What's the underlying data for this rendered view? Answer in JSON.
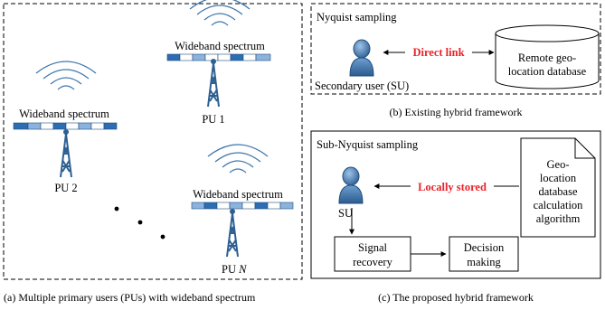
{
  "panel_a": {
    "caption": "(a) Multiple primary users (PUs) with wideband spectrum",
    "spectrum_label": "Wideband spectrum",
    "pu_labels": {
      "pu1": "PU 1",
      "pu2": "PU 2",
      "pun_prefix": "PU ",
      "pun_italic": "N"
    }
  },
  "panel_b": {
    "caption": "(b) Existing hybrid framework",
    "sampling": "Nyquist sampling",
    "link": "Direct link",
    "user": "Secondary user (SU)",
    "database": [
      "Remote geo-",
      "location database"
    ]
  },
  "panel_c": {
    "caption": "(c) The proposed  hybrid framework",
    "sampling": "Sub-Nyquist sampling",
    "link": "Locally stored",
    "user": "SU",
    "algorithm": [
      "Geo-",
      "location",
      "database",
      "calculation",
      "algorithm"
    ],
    "recovery": [
      "Signal",
      "recovery"
    ],
    "decision": [
      "Decision",
      "making"
    ]
  },
  "colors": {
    "accent_red": "#e8242b",
    "icon_blue": "#3a6fa3",
    "spectrum_dark": "#2d6db3",
    "spectrum_light": "#8cb3de",
    "dash": "#000000"
  }
}
